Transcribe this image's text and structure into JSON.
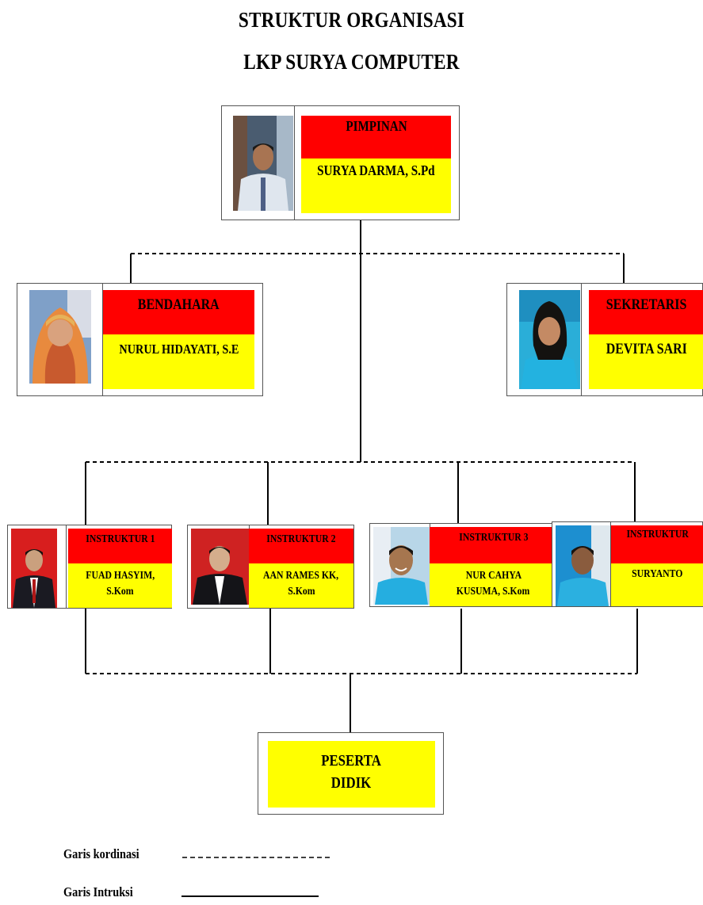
{
  "header": {
    "title_line1": "STRUKTUR ORGANISASI",
    "title_line2": "LKP SURYA  COMPUTER"
  },
  "pimpinan": {
    "role": "PIMPINAN",
    "name": "SURYA DARMA, S.Pd",
    "photo_icon": "man-in-shirt-and-tie-photo-icon"
  },
  "bendahara": {
    "role": "BENDAHARA",
    "name": "NURUL HIDAYATI, S.E",
    "photo_icon": "woman-in-hijab-photo-icon"
  },
  "sekretaris": {
    "role": "SEKRETARIS",
    "name": "DEVITA SARI",
    "photo_icon": "woman-in-cyan-shirt-photo-icon"
  },
  "instrukturs": [
    {
      "role": "INSTRUKTUR 1",
      "name_line1": "FUAD HASYIM,",
      "name_line2": "S.Kom",
      "photo_icon": "man-in-suit-red-background-photo-icon"
    },
    {
      "role": "INSTRUKTUR 2",
      "name_line1": "AAN RAMES KK,",
      "name_line2": "S.Kom",
      "photo_icon": "man-in-suit-red-background-photo-icon"
    },
    {
      "role": "INSTRUKTUR 3",
      "name_line1": "NUR CAHYA",
      "name_line2": "KUSUMA, S.Kom",
      "photo_icon": "man-in-cyan-shirt-photo-icon"
    },
    {
      "role": "INSTRUKTUR",
      "name_line1": "SURYANTO",
      "name_line2": "",
      "photo_icon": "man-in-cyan-shirt-photo-icon"
    }
  ],
  "peserta": {
    "line1": "PESERTA",
    "line2": "DIDIK"
  },
  "legend": {
    "koordinasi": "Garis kordinasi",
    "instruksi": "Garis Intruksi"
  },
  "colors": {
    "role_fill": "#ff0000",
    "name_fill": "#ffff00",
    "line": "#000000"
  }
}
